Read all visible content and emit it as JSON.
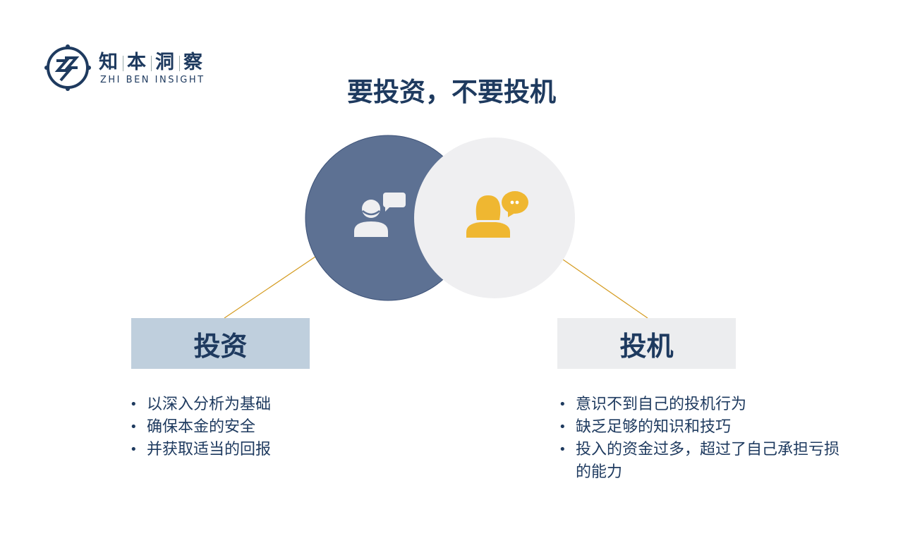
{
  "logo": {
    "cn": [
      "知",
      "本",
      "洞",
      "察"
    ],
    "en": "ZHI BEN INSIGHT"
  },
  "title": "要投资，不要投机",
  "colors": {
    "navy": "#1e3a5f",
    "circle_left": "#5d7193",
    "circle_right": "#efeff1",
    "accent": "#efb731",
    "line": "#d49a1e"
  },
  "left": {
    "label": "投资",
    "items": [
      "以深入分析为基础",
      "确保本金的安全",
      "并获取适当的回报"
    ]
  },
  "right": {
    "label": "投机",
    "items": [
      "意识不到自己的投机行为",
      "缺乏足够的知识和技巧",
      "投入的资金过多，超过了自己承担亏损的能力"
    ]
  }
}
